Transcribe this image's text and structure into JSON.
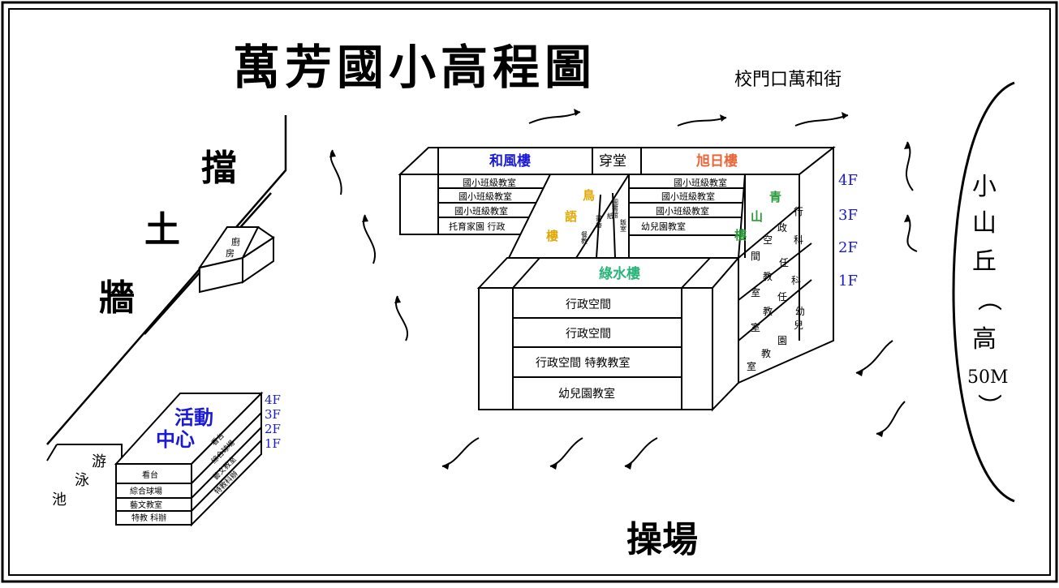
{
  "map": {
    "title": "萬芳國小高程圖",
    "gate": "校門口萬和街",
    "retaining_wall": [
      "擋",
      "土",
      "牆"
    ],
    "kitchen": [
      "廚",
      "房"
    ],
    "pool": [
      "游",
      "泳",
      "池"
    ],
    "playground": "操場",
    "hill": [
      "小",
      "山",
      "丘",
      "︵",
      "高",
      "50M",
      "︶"
    ],
    "floors": [
      "4F",
      "3F",
      "2F",
      "1F"
    ],
    "activity_center": {
      "name": [
        "活動",
        "中心"
      ],
      "floors": [
        "4F",
        "3F",
        "2F",
        "1F"
      ],
      "front_rooms": [
        "看台",
        "綜合球場",
        "藝文教室",
        "特教 科辦"
      ],
      "side_rooms": [
        "看台",
        "綜合球場",
        "藝文教室",
        "特教科辦"
      ]
    },
    "hefeng": {
      "name": "和風樓",
      "rooms": [
        "國小班級教室",
        "國小班級教室",
        "國小班級教室",
        "托育家園 行政"
      ]
    },
    "passage": "穿堂",
    "xuri": {
      "name": "旭日樓",
      "rooms": [
        "國小班級教室",
        "國小班級教室",
        "國小班級教室",
        "幼兒園教室"
      ]
    },
    "niaoyu": {
      "name": [
        "鳥",
        "語",
        "樓"
      ],
      "rooms": [
        "圖書館",
        "書香",
        "紙",
        "餐教",
        "飯室"
      ]
    },
    "lushui": {
      "name": "綠水樓",
      "rooms": [
        "行政空間",
        "行政空間",
        "行政空間 特教教室",
        "幼兒園教室"
      ]
    },
    "qingshan": {
      "name": [
        "青",
        "山",
        "樓"
      ],
      "rooms": [
        "行",
        "政",
        "科",
        "空",
        "間",
        "任",
        "教",
        "室",
        "科",
        "任",
        "教",
        "室",
        "幼",
        "兒",
        "園",
        "教",
        "室"
      ]
    },
    "colors": {
      "ink": "#000000",
      "blue": "#1a1ad6",
      "orange": "#e8663a",
      "green": "#2a9a3a",
      "yellow": "#e0a800",
      "teal": "#2ab37a"
    }
  }
}
